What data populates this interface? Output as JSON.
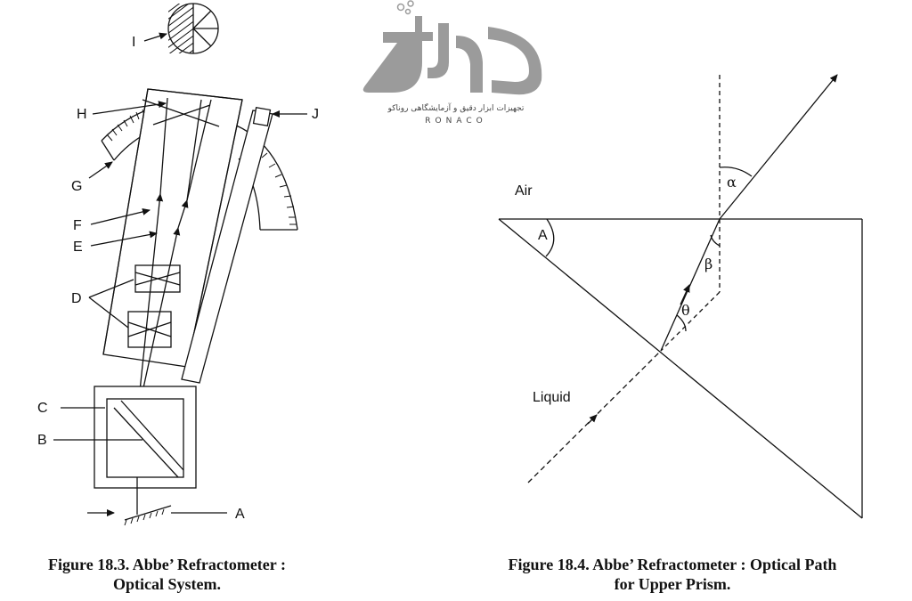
{
  "figure_left": {
    "labels": {
      "a": "A",
      "b": "B",
      "c": "C",
      "d": "D",
      "e": "E",
      "f": "F",
      "g": "G",
      "h": "H",
      "i": "I",
      "j": "J"
    },
    "caption_line1": "Figure 18.3. Abbe’ Refractometer :",
    "caption_line2": "Optical System."
  },
  "figure_right": {
    "labels": {
      "air": "Air",
      "liquid": "Liquid",
      "angle_a": "A",
      "alpha": "α",
      "beta": "β",
      "theta": "θ"
    },
    "caption_line1": "Figure 18.4. Abbe’ Refractometer : Optical Path",
    "caption_line2": "for Upper Prism."
  },
  "watermark": {
    "subtitle": "تجهیزات ابزار دقیق و آزمایشگاهی روناکو",
    "brand": "RONACO"
  }
}
